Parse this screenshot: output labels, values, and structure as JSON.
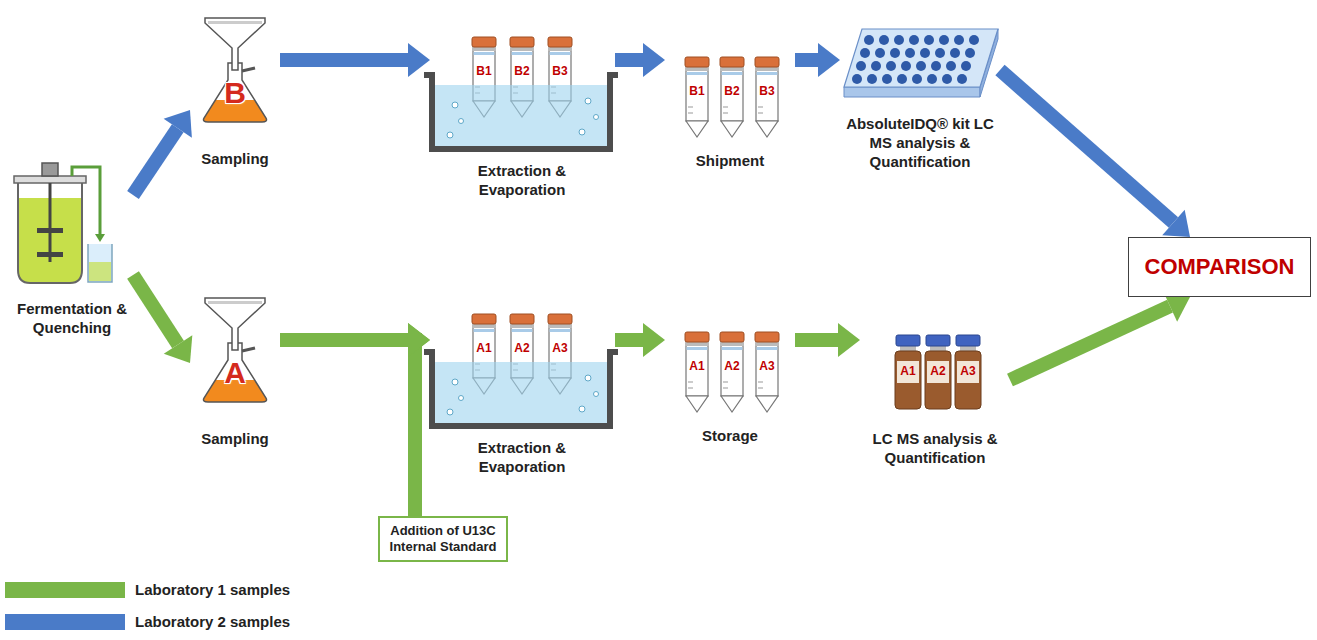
{
  "diagram": {
    "nodes": [
      {
        "text": [
          "Fermentation & Quenching"
        ]
      },
      {
        "text": [
          "B",
          "Sampling"
        ]
      },
      {
        "text": [
          "B1",
          "B2",
          "B3",
          "Extraction & Evaporation"
        ]
      },
      {
        "text": [
          "B1",
          "B2",
          "B3",
          "Shipment"
        ]
      },
      {
        "text": [
          "AbsoluteIDQ® kit LC MS analysis & Quantification"
        ]
      },
      {
        "text": [
          "COMPARISON"
        ]
      },
      {
        "text": [
          "A",
          "Sampling"
        ]
      },
      {
        "text": [
          "Addition of U13C Internal Standard"
        ]
      },
      {
        "text": [
          "A1",
          "A2",
          "A3",
          "Extraction & Evaporation"
        ]
      },
      {
        "text": [
          "A1",
          "A2",
          "A3",
          "Storage"
        ]
      },
      {
        "text": [
          "A1",
          "A2",
          "A3",
          "LC MS analysis & Quantification"
        ]
      }
    ],
    "edges": [
      {
        "from": 0,
        "to": 1,
        "arrow": "to"
      },
      {
        "from": 0,
        "to": 6,
        "arrow": "to"
      },
      {
        "from": 1,
        "to": 2,
        "arrow": "to"
      },
      {
        "from": 2,
        "to": 3,
        "arrow": "to"
      },
      {
        "from": 3,
        "to": 4,
        "arrow": "to"
      },
      {
        "from": 4,
        "to": 5,
        "arrow": "to"
      },
      {
        "from": 6,
        "to": 8,
        "arrow": "to"
      },
      {
        "from": 7,
        "to": 8,
        "arrow": "to"
      },
      {
        "from": 8,
        "to": 9,
        "arrow": "to"
      },
      {
        "from": 9,
        "to": 10,
        "arrow": "to"
      },
      {
        "from": 10,
        "to": 5,
        "arrow": "to"
      }
    ],
    "legend": [
      {
        "text": "Laboratory 1 samples",
        "color": "#7ab648"
      },
      {
        "text": "Laboratory 2 samples",
        "color": "#4a7bc8"
      }
    ]
  }
}
